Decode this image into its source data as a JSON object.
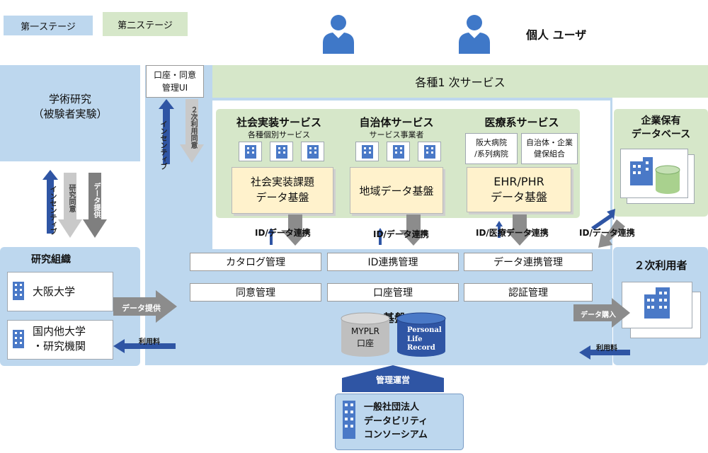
{
  "legend": {
    "stage1": "第一ステージ",
    "stage2": "第二ステージ"
  },
  "users": {
    "label": "個人 ユーザ"
  },
  "consent_ui": {
    "line1": "口座・同意",
    "line2": "管理UI"
  },
  "secondary_services": {
    "title": "各種1 次サービス"
  },
  "academic": {
    "line1": "学術研究",
    "line2": "（被験者実験）"
  },
  "arrows": {
    "incentive_left": "インセンティブ",
    "research_consent": "研究同意",
    "data_provision_vertical": "データ提供",
    "incentive_center": "インセンティブ",
    "secondary_consent": "２次利用同意",
    "data_provision": "データ提供",
    "usage_fee_left": "利用料",
    "data_purchase": "データ購入",
    "usage_fee_right": "利用料"
  },
  "social_service": {
    "title": "社会実装サービス",
    "subtitle": "各種個別サービス",
    "platform_line1": "社会実装課題",
    "platform_line2": "データ基盤"
  },
  "local_service": {
    "title": "自治体サービス",
    "subtitle": "サービス事業者",
    "platform": "地域データ基盤"
  },
  "medical_service": {
    "title": "医療系サービス",
    "hospital_line1": "阪大病院",
    "hospital_line2": "/系列病院",
    "gov_line1": "自治体・企業",
    "gov_line2": "健保組合",
    "platform_line1": "EHR/PHR",
    "platform_line2": "データ基盤"
  },
  "links": {
    "id_data_1": "ID/データ連携",
    "id_data_2": "ID/データ連携",
    "id_medical": "ID/医療データ連携",
    "id_data_4": "ID/データ連携"
  },
  "enterprise_db": {
    "line1": "企業保有",
    "line2": "データベース"
  },
  "research_org": {
    "title": "研究組織",
    "osaka": "大阪大学",
    "other_line1": "国内他大学",
    "other_line2": "・研究機関"
  },
  "modules": {
    "catalog": "カタログ管理",
    "id_link": "ID連携管理",
    "data_link": "データ連携管理",
    "consent": "同意管理",
    "account": "口座管理",
    "auth": "認証管理"
  },
  "plr": {
    "title": "PLR基盤",
    "mypl_line1": "MYPLR",
    "mypl_line2": "口座",
    "record_line1": "Personal",
    "record_line2": "Life",
    "record_line3": "Record"
  },
  "secondary_users": {
    "title": "２次利用者"
  },
  "management": {
    "label": "管理運営"
  },
  "consortium": {
    "line1": "一般社団法人",
    "line2": "データビリティ",
    "line3": "コンソーシアム"
  },
  "colors": {
    "stage1": "#bdd7ee",
    "stage2": "#d6e7c9",
    "platform": "#fff2cc",
    "arrow_gray": "#8c8c8c",
    "icon_blue": "#4a79c7",
    "arrow_blue": "#2f55a4"
  }
}
